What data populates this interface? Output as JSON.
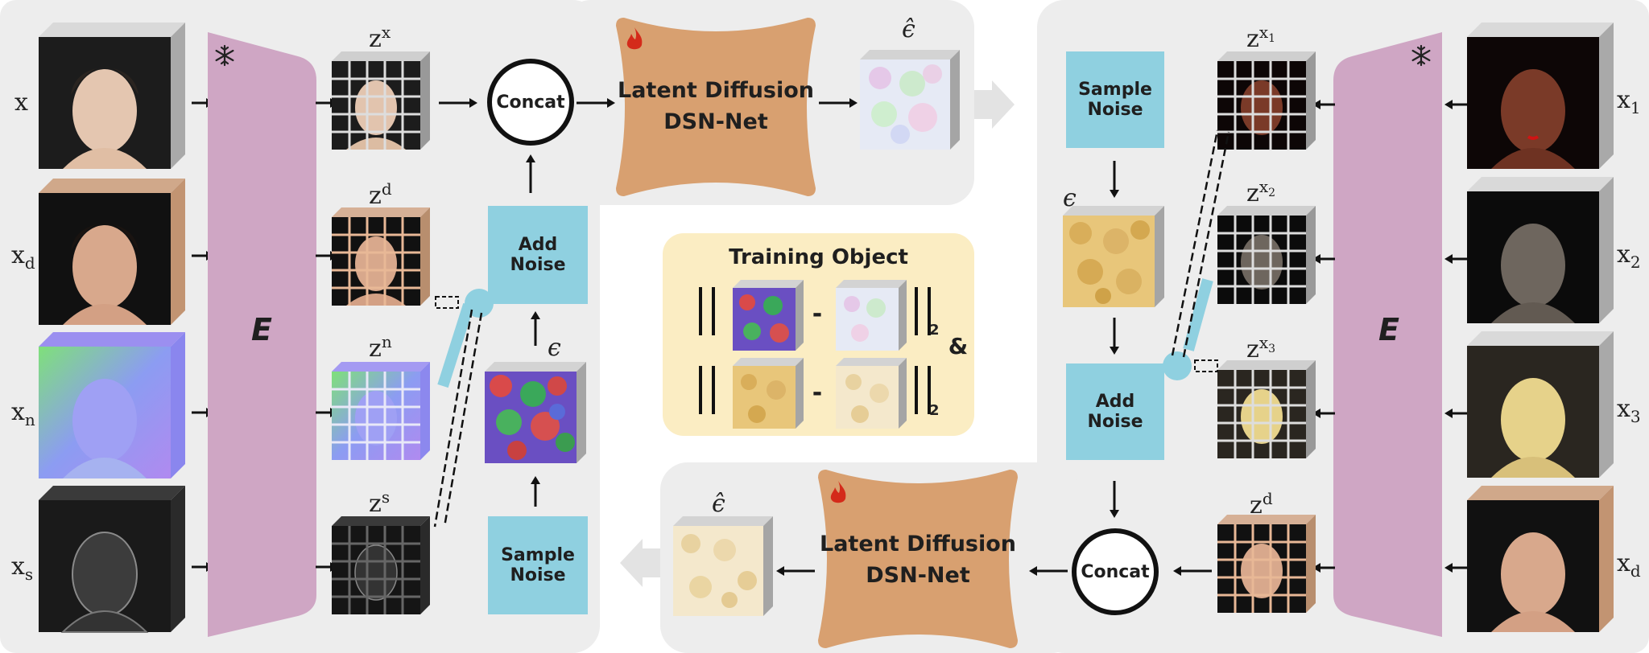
{
  "left": {
    "inputs": [
      {
        "label": "x",
        "sub": ""
      },
      {
        "label": "x",
        "sub": "d"
      },
      {
        "label": "x",
        "sub": "n"
      },
      {
        "label": "x",
        "sub": "s"
      }
    ],
    "encoder_label": "E",
    "latents": [
      {
        "label": "z",
        "sup": "x",
        "supsub": ""
      },
      {
        "label": "z",
        "sup": "d",
        "supsub": ""
      },
      {
        "label": "z",
        "sup": "n",
        "supsub": ""
      },
      {
        "label": "z",
        "sup": "s",
        "supsub": ""
      }
    ],
    "concat_label": "Concat",
    "add_noise_label": "Add\nNoise",
    "sample_noise_label": "Sample\nNoise",
    "epsilon_label": "ϵ",
    "net_label": "Latent Diffusion\nDSN-Net",
    "epsilon_hat_label": "ϵ̂"
  },
  "right": {
    "inputs": [
      {
        "label": "x",
        "sub": "1"
      },
      {
        "label": "x",
        "sub": "2"
      },
      {
        "label": "x",
        "sub": "3"
      },
      {
        "label": "x",
        "sub": "d"
      }
    ],
    "encoder_label": "E",
    "latents": [
      {
        "label": "z",
        "sup": "x",
        "supsub": "1"
      },
      {
        "label": "z",
        "sup": "x",
        "supsub": "2"
      },
      {
        "label": "z",
        "sup": "x",
        "supsub": "3"
      },
      {
        "label": "z",
        "sup": "d",
        "supsub": ""
      }
    ],
    "sample_noise_label": "Sample\nNoise",
    "epsilon_label": "ϵ",
    "add_noise_label": "Add\nNoise",
    "concat_label": "Concat",
    "net_label": "Latent Diffusion\nDSN-Net",
    "epsilon_hat_label": "ϵ̂"
  },
  "training": {
    "title": "Training Object",
    "norm_sub": "2",
    "amp": "&",
    "minus": "-"
  },
  "icons": {
    "frozen": "snowflake-icon",
    "trainable": "flame-icon"
  },
  "colors": {
    "panel_bg": "#ededed",
    "encoder": "#cfa6c4",
    "noise_box": "#8fd0e0",
    "net": "#d8a070",
    "training_bg": "#fbedc3",
    "flame": "#d42a1a"
  }
}
